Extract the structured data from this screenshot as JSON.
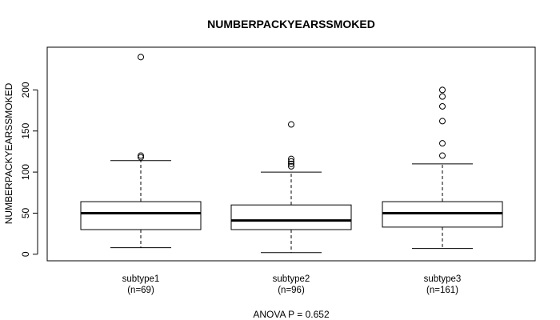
{
  "chart_data": {
    "type": "box",
    "title": "NUMBERPACKYEARSSMOKED",
    "ylabel": "NUMBERPACKYEARSSMOKED",
    "xlabel": "",
    "ylim": [
      -8,
      252
    ],
    "yticks": [
      0,
      50,
      100,
      150,
      200
    ],
    "footnote": "ANOVA P = 0.652",
    "groups": [
      {
        "label": "subtype1",
        "count_label": "(n=69)",
        "whisker_low": 8,
        "q1": 30,
        "median": 50,
        "q3": 64,
        "whisker_high": 114,
        "outliers": [
          118,
          120,
          240
        ]
      },
      {
        "label": "subtype2",
        "count_label": "(n=96)",
        "whisker_low": 2,
        "q1": 30,
        "median": 41,
        "q3": 60,
        "whisker_high": 100,
        "outliers": [
          107,
          110,
          113,
          116,
          158
        ]
      },
      {
        "label": "subtype3",
        "count_label": "(n=161)",
        "whisker_low": 7,
        "q1": 33,
        "median": 50,
        "q3": 64,
        "whisker_high": 110,
        "outliers": [
          120,
          135,
          162,
          180,
          192,
          200
        ]
      }
    ]
  }
}
